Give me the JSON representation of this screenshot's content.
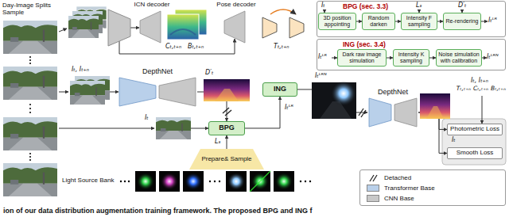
{
  "diagram": {
    "caption": "ion of our data distribution augmentation training framework. The proposed BPG and ING f",
    "nodes": [
      {
        "text": [
          "BPG (sec. 3.3)"
        ]
      },
      {
        "text": [
          "3D position appointing"
        ],
        "in": 0
      },
      {
        "text": [
          "Random darken"
        ],
        "in": 0
      },
      {
        "text": [
          "Intensity F sampling"
        ],
        "in": 0
      },
      {
        "text": [
          "Re-rendering"
        ],
        "in": 0
      },
      {
        "text": [
          "ING (sec. 3.4)"
        ]
      },
      {
        "text": [
          "Dark raw image simulation"
        ],
        "in": 5
      },
      {
        "text": [
          "Intensity K sampling"
        ],
        "in": 5
      },
      {
        "text": [
          "Noise simulation with calibration"
        ],
        "in": 5
      },
      {
        "text": [
          "ICN decoder"
        ]
      },
      {
        "text": [
          "Pose decoder"
        ]
      },
      {
        "text": [
          "DepthNet"
        ]
      },
      {
        "text": [
          "BPG"
        ]
      },
      {
        "text": [
          "ING"
        ]
      },
      {
        "text": [
          "DepthNet"
        ]
      },
      {
        "text": [
          "Photometric Loss"
        ]
      },
      {
        "text": [
          "Smooth Loss"
        ]
      },
      {
        "text": [
          "Prepare& Sample"
        ]
      }
    ],
    "edges": [
      {
        "from": 1,
        "to": 2,
        "arrow": "to"
      },
      {
        "from": 2,
        "to": 3,
        "arrow": "to"
      },
      {
        "from": 3,
        "to": 4,
        "arrow": "to"
      },
      {
        "from": 6,
        "to": 7,
        "arrow": "to"
      },
      {
        "from": 7,
        "to": 8,
        "arrow": "to"
      },
      {
        "from": 11,
        "to": 12,
        "arrow": "to"
      },
      {
        "from": 12,
        "to": 13,
        "label": "Iₜᴸᴿ",
        "arrow": "to"
      },
      {
        "from": 13,
        "to": 14,
        "arrow": "to"
      },
      {
        "from": 14,
        "to": 15,
        "arrow": "to"
      },
      {
        "from": 14,
        "to": 16,
        "arrow": "to"
      },
      {
        "from": 17,
        "to": 12,
        "label": "Lₛ",
        "arrow": "to"
      }
    ],
    "labels": [
      "Day-Image Splits Sample",
      "Cₜ,ₜ₊ₙ",
      "Bₜ,ₜ₊ₙ",
      "Tₜ,ₜ₊ₙ",
      "Iₜ",
      "Lₛ",
      "D′ₜ",
      "Iₜᴸᴿ",
      "Iₜᴸᴿ",
      "Iₜᴸᴿᴺ",
      "Iₜ, Iₜ₊ₙ",
      "D′ₜ",
      "Iₜ",
      "Iₜᴸᴿᴺ",
      "Iₜ, Iₜ₊ₙ",
      "Tₜ,ₜ₊ₙ",
      "Cₜ,ₜ₊ₙ",
      "Bₜ,ₜ₊ₙ",
      "Iₜ",
      "Light Source Bank"
    ],
    "legend": [
      {
        "text": "Detached"
      },
      {
        "text": "Transformer Base",
        "color": "#b9d0ea"
      },
      {
        "text": "CNN Base",
        "color": "#c8c8c8"
      }
    ]
  }
}
